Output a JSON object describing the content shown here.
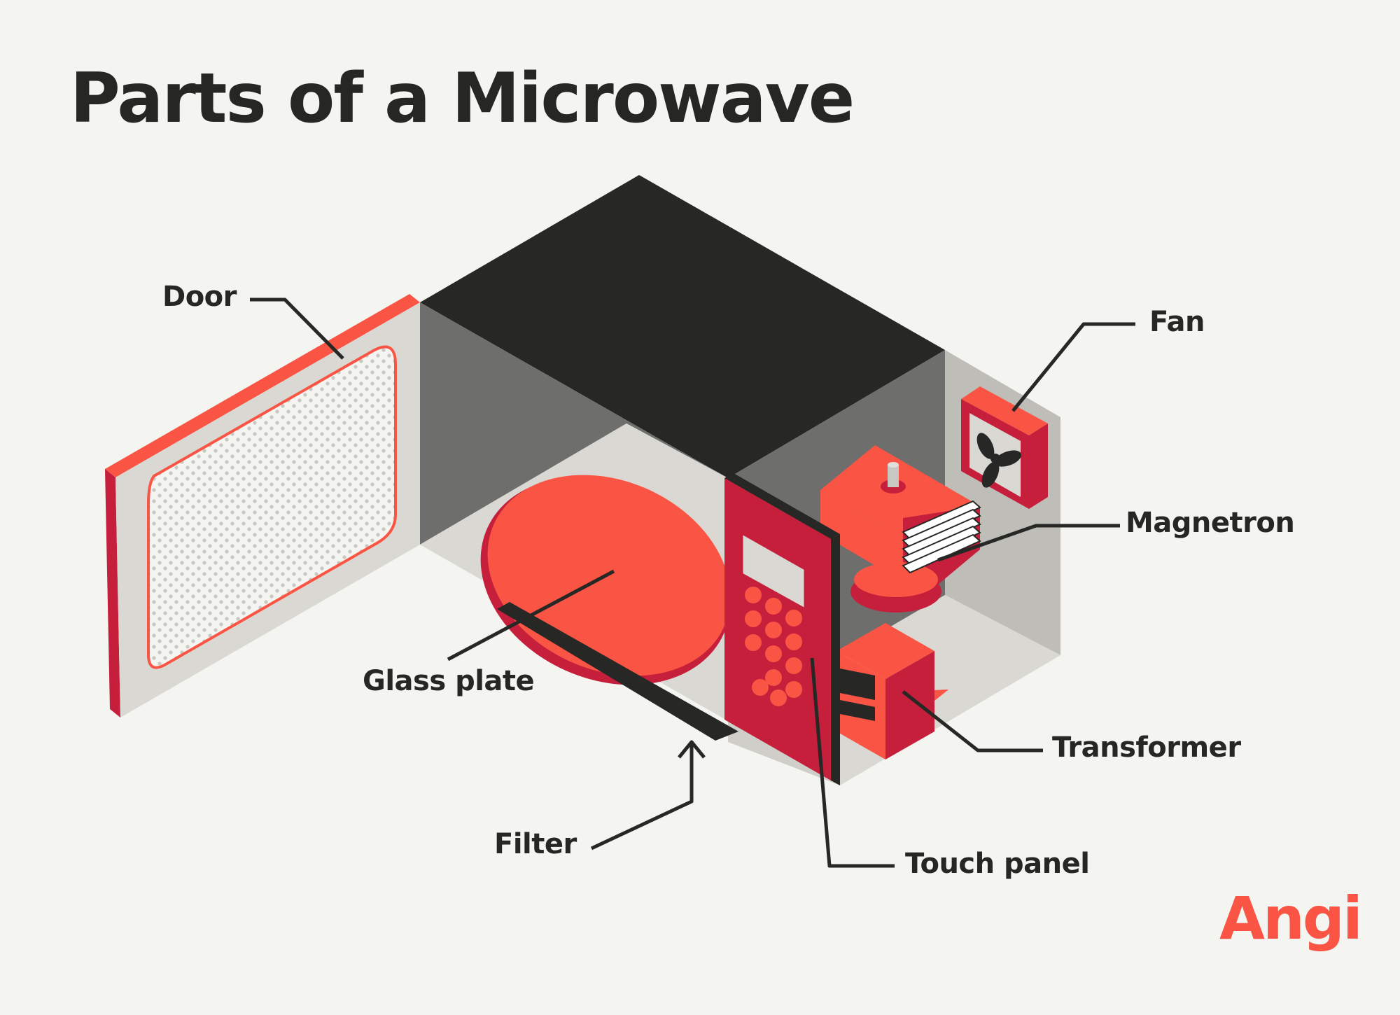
{
  "title": "Parts of a Microwave",
  "labels": {
    "door": "Door",
    "fan": "Fan",
    "magnetron": "Magnetron",
    "glass_plate": "Glass plate",
    "transformer": "Transformer",
    "filter": "Filter",
    "touch_panel": "Touch panel"
  },
  "brand": "Angi",
  "colors": {
    "background": "#f4f4f1",
    "red": "#fa5544",
    "dark_red": "#c51f3c",
    "black": "#272725",
    "light_gray": "#d9d8d3"
  }
}
